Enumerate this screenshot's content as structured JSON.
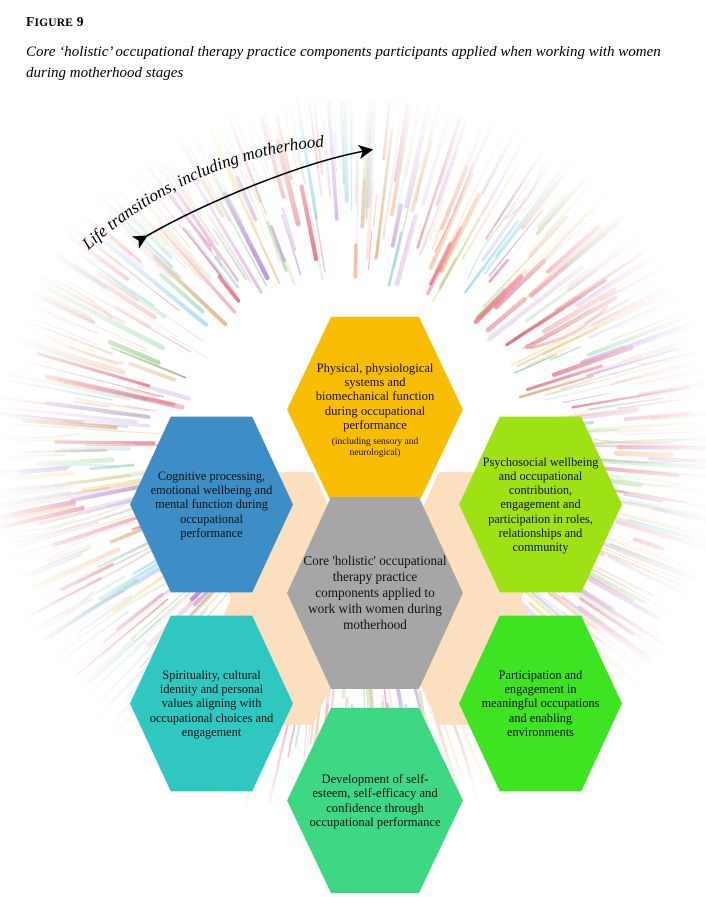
{
  "caption": {
    "figure_label_lead": "F",
    "figure_label_rest": "IGURE",
    "figure_label": "Figure 9",
    "figure_number": "9",
    "title": "Core ‘holistic’ occupational therapy practice components participants applied when working with women during motherhood stages"
  },
  "diagram": {
    "annotation": {
      "arrow_label": "Life transitions, including motherhood",
      "arrow_type": "double-headed-curved-arrow"
    },
    "center": {
      "label": "Core 'holistic' occupational therapy practice components applied to work with women during motherhood",
      "color": "#A6A6A6",
      "position": "center"
    },
    "nodes": [
      {
        "id": "physical",
        "label": "Physical, physiological systems and biomechanical function during occupational performance",
        "sublabel": "(including sensory and neurological)",
        "color": "#F9BE04",
        "position": "top"
      },
      {
        "id": "cognitive",
        "label": "Cognitive processing, emotional wellbeing and mental function during occupational performance",
        "sublabel": "",
        "color": "#3D8DC6",
        "position": "left-top"
      },
      {
        "id": "psychosocial",
        "label": "Psychosocial wellbeing and occupational contribution, engagement and participation in roles, relationships and community",
        "sublabel": "",
        "color": "#9EE216",
        "position": "right-top"
      },
      {
        "id": "spirituality",
        "label": "Spirituality, cultural identity and personal values aligning with occupational choices and engagement",
        "sublabel": "",
        "color": "#30C7C0",
        "position": "left-bottom"
      },
      {
        "id": "participation",
        "label": "Participation and engagement in meaningful occupations and enabling environments",
        "sublabel": "",
        "color": "#3EE322",
        "position": "right-bottom"
      },
      {
        "id": "self-esteem",
        "label": "Development of self-esteem, self-efficacy and confidence through occupational performance",
        "sublabel": "",
        "color": "#3ED884",
        "position": "bottom"
      }
    ],
    "background": {
      "style": "radial multicolour brush-stroke burst",
      "colors": [
        "#E8738A",
        "#9BD18A",
        "#C9A0DC",
        "#F2B07A",
        "#EFD98A",
        "#7FC8E8",
        "#B07FD0",
        "#E05A70",
        "#8FD4A0",
        "#D9A06A"
      ]
    }
  }
}
